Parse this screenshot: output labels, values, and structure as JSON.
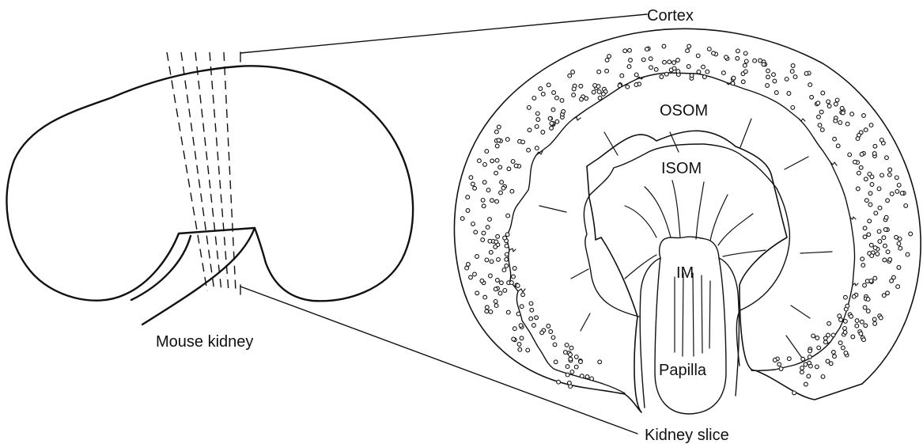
{
  "labels": {
    "cortex": "Cortex",
    "osom": "OSOM",
    "isom": "ISOM",
    "im": "IM",
    "papilla": "Papilla",
    "mouse_kidney": "Mouse kidney",
    "kidney_slice": "Kidney slice"
  },
  "colors": {
    "ink": "#111111",
    "background": "#ffffff"
  }
}
